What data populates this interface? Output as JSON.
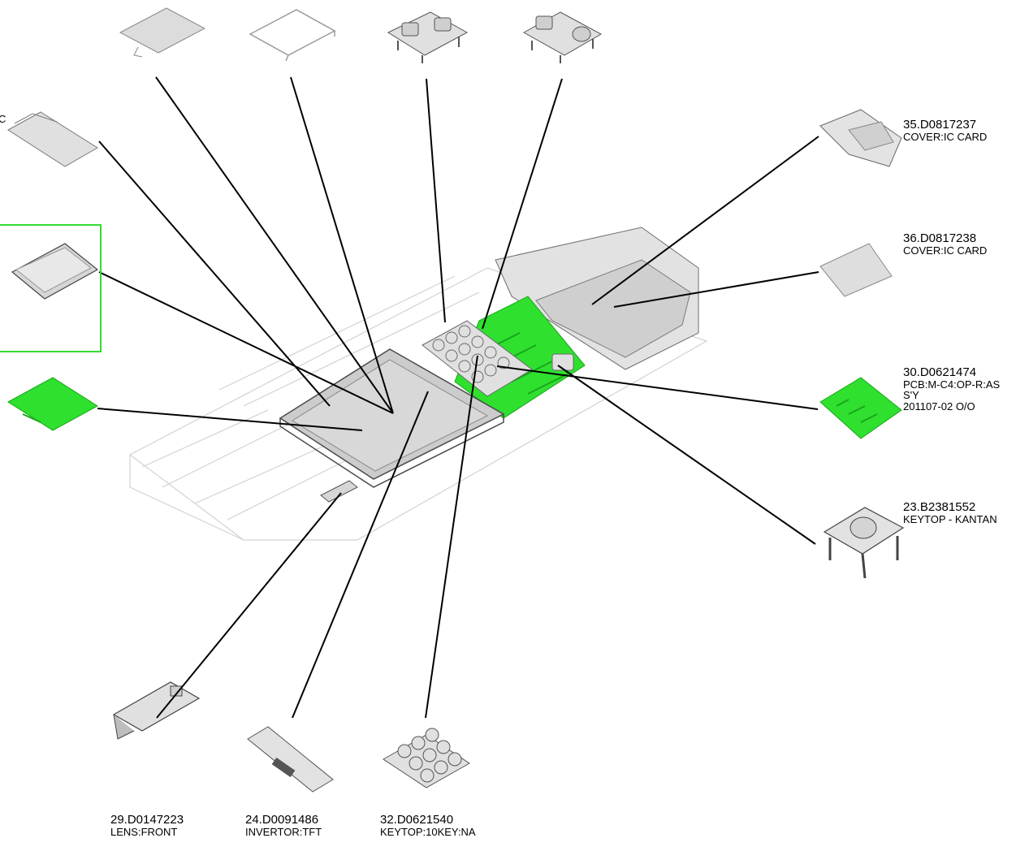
{
  "colors": {
    "pcb_green": "#2fe02f",
    "pcb_green_dark": "#1aa61a",
    "part_gray": "#d9d9d9",
    "part_edge": "#6e6e6e",
    "ghost_edge": "#d0d0d0",
    "leader_line": "#000000",
    "selection_border": "#33dd33"
  },
  "labels": {
    "p35": {
      "num": "35.D0817237",
      "desc": "COVER:IC CARD"
    },
    "p36": {
      "num": "36.D0817238",
      "desc": "COVER:IC CARD"
    },
    "p30": {
      "num": "30.D0621474",
      "desc": "PCB:M-C4:OP-R:AS",
      "line3": "S'Y",
      "line4": "201107-02 O/O"
    },
    "p23": {
      "num": "23.B2381552",
      "desc": "KEYTOP - KANTAN"
    },
    "p29": {
      "num": "29.D0147223",
      "desc": "LENS:FRONT"
    },
    "p24": {
      "num": "24.D0091486",
      "desc": "INVERTOR:TFT"
    },
    "p32": {
      "num": "32.D0621540",
      "desc": "KEYTOP:10KEY:NA"
    },
    "cut_left": {
      "text": "C"
    }
  }
}
